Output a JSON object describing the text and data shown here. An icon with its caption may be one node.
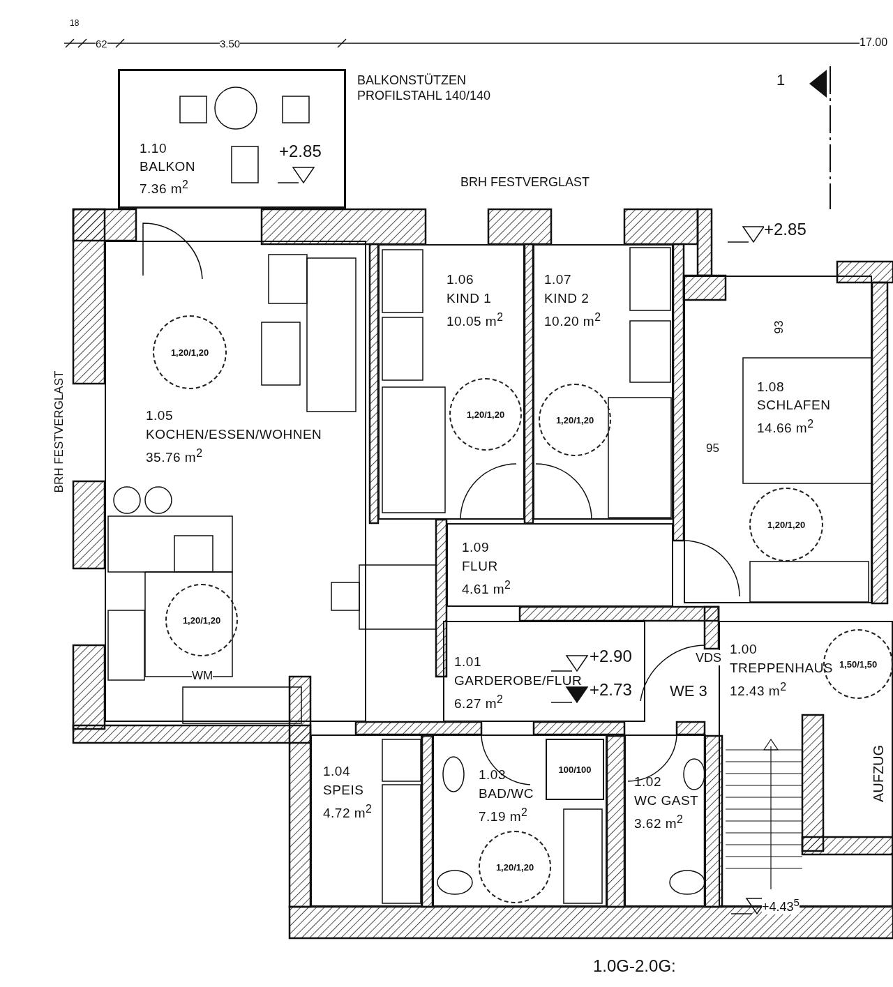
{
  "diagram": {
    "nodes": [
      {
        "text": [
          "1.10",
          "BALKON",
          "7.36 m$^{2}$"
        ]
      },
      {
        "text": [
          "1.05",
          "KOCHEN/ESSEN/WOHNEN",
          "35.76 m$^{2}$"
        ]
      },
      {
        "text": [
          "1,20/1,20"
        ],
        "in": 1
      },
      {
        "text": [
          "1,20/1,20"
        ],
        "in": 1
      },
      {
        "text": [
          "1.06",
          "KIND 1",
          "10.05 m$^{2}$"
        ]
      },
      {
        "text": [
          "1,20/1,20"
        ],
        "in": 4
      },
      {
        "text": [
          "1.07",
          "KIND 2",
          "10.20 m$^{2}$"
        ]
      },
      {
        "text": [
          "1,20/1,20"
        ],
        "in": 6
      },
      {
        "text": [
          "1.08",
          "SCHLAFEN",
          "14.66 m$^{2}$"
        ]
      },
      {
        "text": [
          "1,20/1,20"
        ],
        "in": 8
      },
      {
        "text": [
          "1.09",
          "FLUR",
          "4.61 m$^{2}$"
        ]
      },
      {
        "text": [
          "1.01",
          "GARDEROBE/FLUR",
          "6.27 m$^{2}$"
        ]
      },
      {
        "text": [
          "1.00",
          "TREPPENHAUS",
          "12.43 m$^{2}$"
        ]
      },
      {
        "text": [
          "1,50/1,50"
        ],
        "in": 12
      },
      {
        "text": [
          "1.04",
          "SPEIS",
          "4.72 m$^{2}$"
        ]
      },
      {
        "text": [
          "1.03",
          "BAD/WC",
          "7.19 m$^{2}$"
        ]
      },
      {
        "text": [
          "100/100"
        ],
        "in": 15
      },
      {
        "text": [
          "1,20/1,20"
        ],
        "in": 15
      },
      {
        "text": [
          "1.02",
          "WC GAST",
          "3.62 m$^{2}$"
        ]
      }
    ],
    "labels": [
      "18",
      "62",
      "3.50",
      "17.00",
      "BALKONSTÜTZEN PROFILSTAHL 140/140",
      "1",
      "+2.85",
      "BRH FESTVERGLAST",
      "+2.85",
      "93",
      "BRH FESTVERGLAST",
      "95",
      "WM",
      "+2.90",
      "VDS",
      "+2.73",
      "WE 3",
      "AUFZUG",
      "+4.43$^{5}$",
      "1.0G-2.0G:"
    ]
  }
}
